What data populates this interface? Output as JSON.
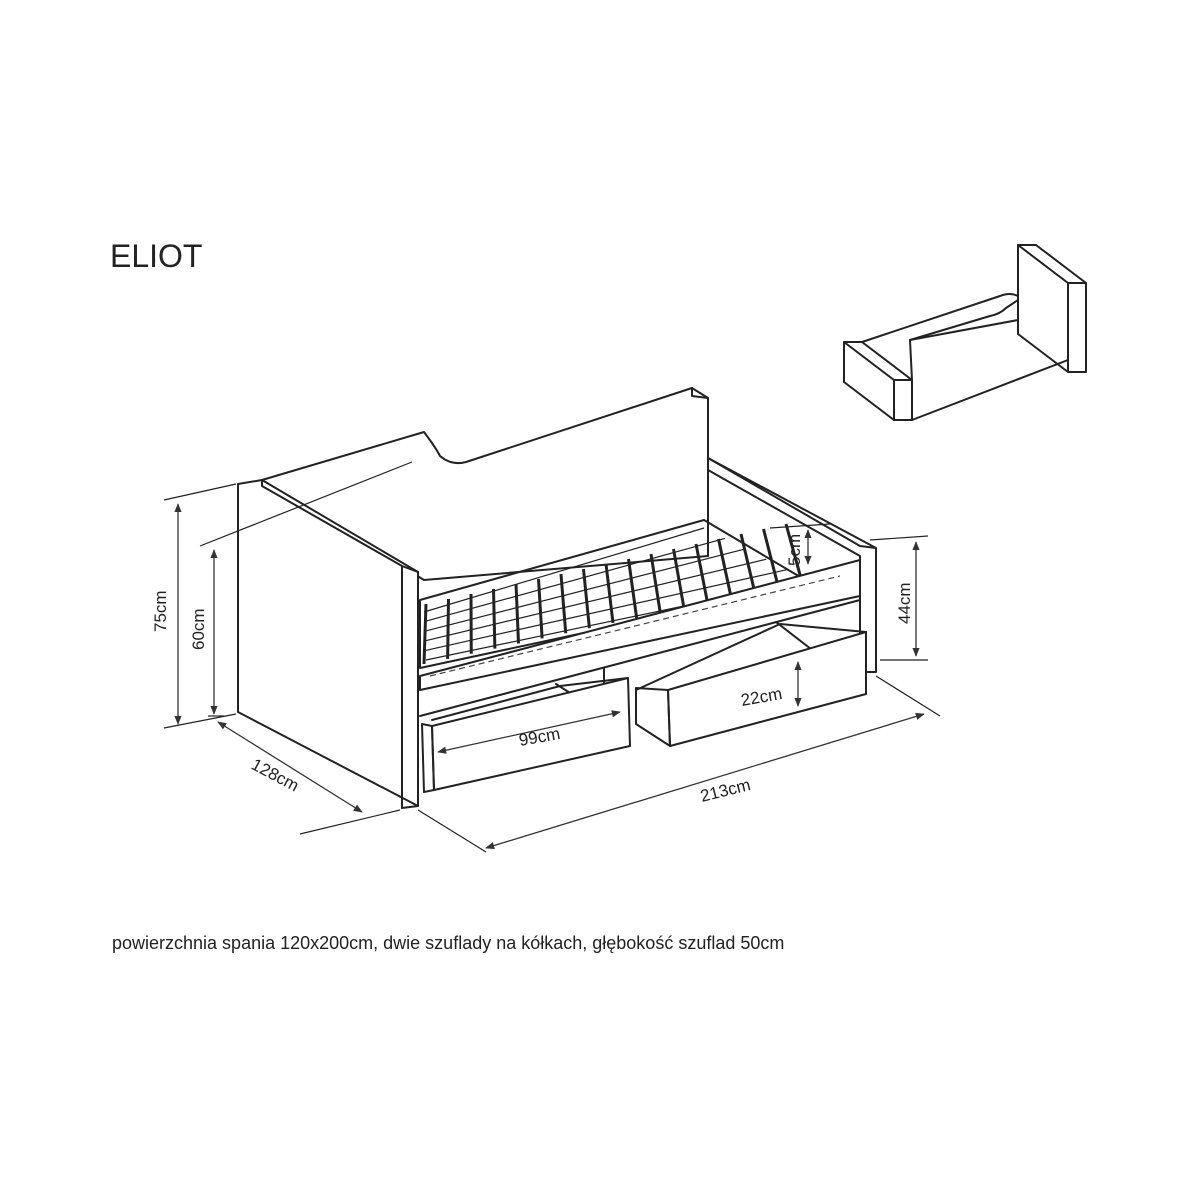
{
  "title": "ELIOT",
  "caption": "powierzchnia spania 120x200cm, dwie szuflady na kółkach, głębokość szuflad 50cm",
  "dimensions": {
    "total_height": "75cm",
    "seat_frame_height": "60cm",
    "depth": "128cm",
    "length": "213cm",
    "drawer_width": "99cm",
    "drawer_height": "22cm",
    "mattress_lip": "5cm",
    "front_height": "44cm"
  }
}
